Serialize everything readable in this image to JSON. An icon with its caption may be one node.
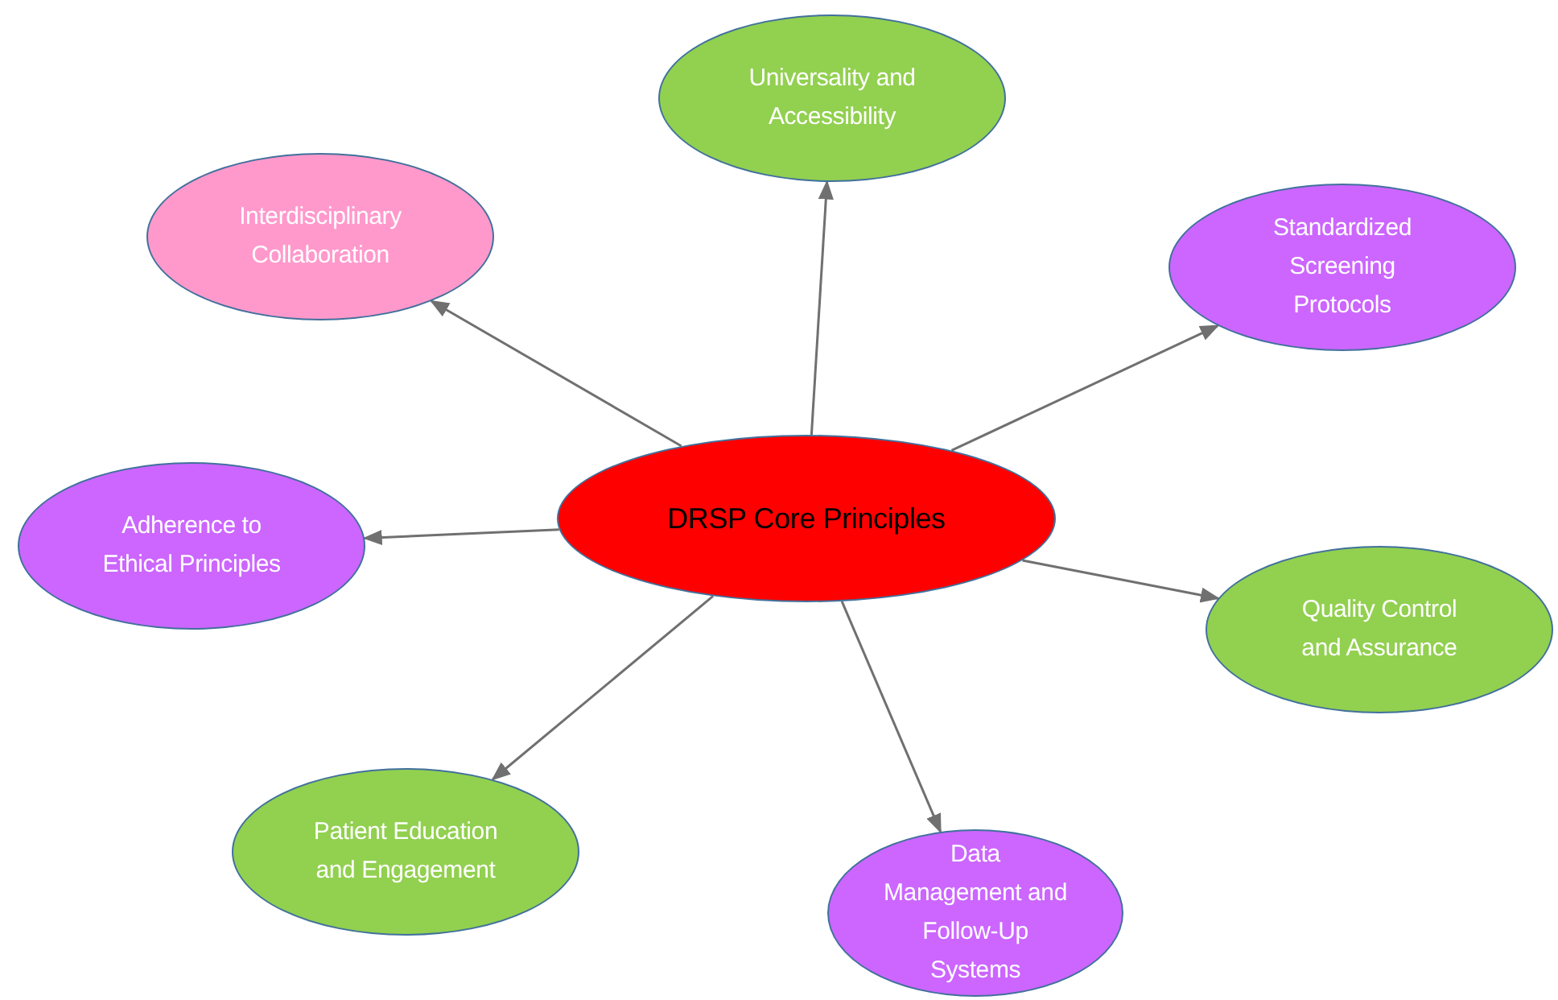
{
  "diagram": {
    "nodes": [
      {
        "text": [
          "Universality and Accessibility"
        ]
      },
      {
        "text": [
          "Interdisciplinary Collaboration"
        ]
      },
      {
        "text": [
          "Standardized Screening Protocols"
        ]
      },
      {
        "text": [
          "DRSP Core Principles"
        ]
      },
      {
        "text": [
          "Adherence to Ethical Principles"
        ]
      },
      {
        "text": [
          "Quality Control and Assurance"
        ]
      },
      {
        "text": [
          "Patient Education and Engagement"
        ]
      },
      {
        "text": [
          "Data Management and Follow-Up Systems"
        ]
      }
    ],
    "edges": [
      {
        "from": 3,
        "to": 0,
        "arrow": "to"
      },
      {
        "from": 3,
        "to": 1,
        "arrow": "to"
      },
      {
        "from": 3,
        "to": 2,
        "arrow": "to"
      },
      {
        "from": 3,
        "to": 4,
        "arrow": "to"
      },
      {
        "from": 3,
        "to": 5,
        "arrow": "to"
      },
      {
        "from": 3,
        "to": 6,
        "arrow": "to"
      },
      {
        "from": 3,
        "to": 7,
        "arrow": "to"
      }
    ]
  }
}
